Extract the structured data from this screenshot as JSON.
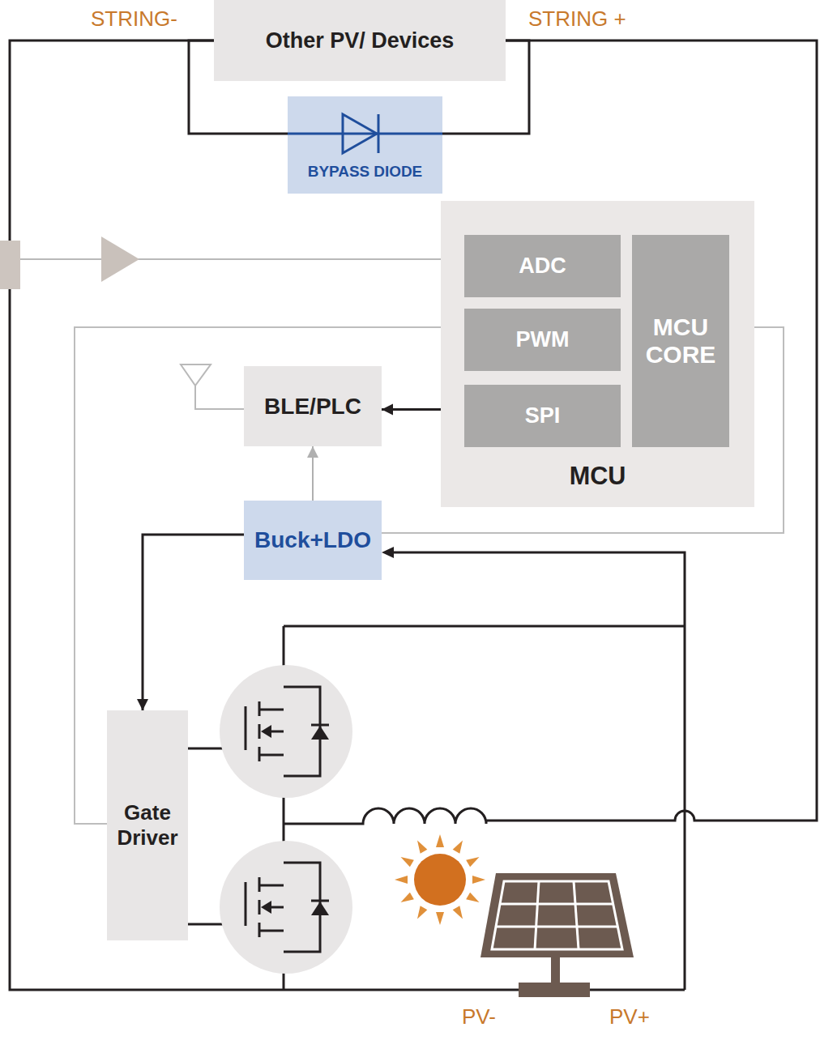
{
  "diagram": {
    "nodes": [
      {
        "text": [
          "Other PV/ Devices"
        ]
      },
      {
        "text": [
          "BYPASS DIODE"
        ]
      },
      {
        "text": [
          "MCU"
        ]
      },
      {
        "text": [
          "ADC"
        ],
        "in": 2
      },
      {
        "text": [
          "PWM"
        ],
        "in": 2
      },
      {
        "text": [
          "SPI"
        ],
        "in": 2
      },
      {
        "text": [
          "MCU CORE"
        ],
        "in": 2
      },
      {
        "text": [
          "BLE/PLC"
        ]
      },
      {
        "text": [
          "Buck+LDO"
        ]
      },
      {
        "text": [
          "Gate Driver"
        ]
      }
    ],
    "edges": [
      {
        "from": 0,
        "to": 1,
        "arrow": "none"
      },
      {
        "from": 0,
        "to": 1,
        "arrow": "none"
      },
      {
        "from": 5,
        "to": 7,
        "arrow": "to"
      },
      {
        "from": 8,
        "to": 7,
        "arrow": "to"
      },
      {
        "from": 8,
        "to": 9,
        "arrow": "to"
      },
      {
        "from": 4,
        "to": 9,
        "arrow": "none"
      },
      {
        "from": 2,
        "to": 8,
        "arrow": "none"
      }
    ],
    "labels": [
      "STRING-",
      "STRING +",
      "PV-",
      "PV+"
    ]
  }
}
